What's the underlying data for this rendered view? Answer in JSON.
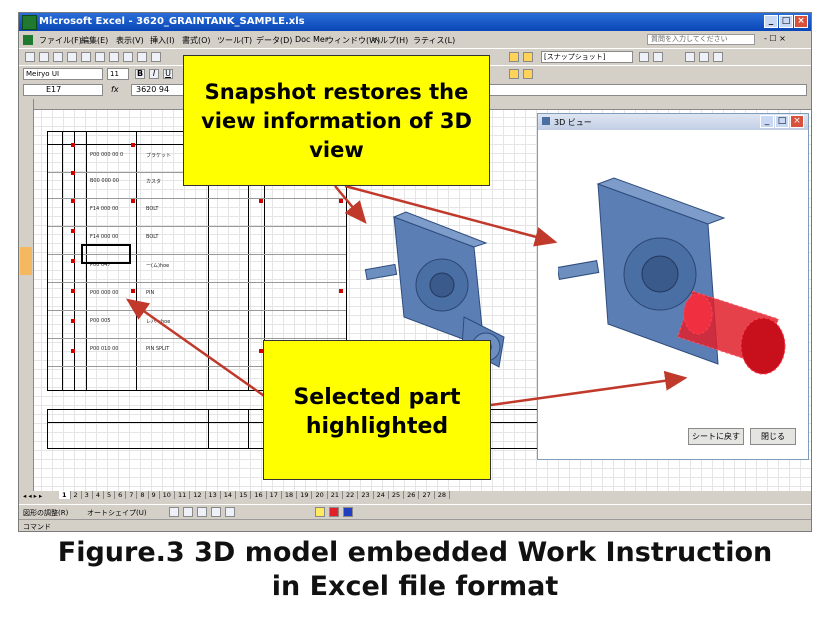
{
  "window": {
    "title": "Microsoft Excel - 3620_GRAINTANK_SAMPLE.xls",
    "help_placeholder": "質問を入力してください"
  },
  "menu": [
    "ファイル(F)",
    "編集(E)",
    "表示(V)",
    "挿入(I)",
    "書式(O)",
    "ツール(T)",
    "データ(D)",
    "Doc Mer",
    "ウィンドウ(W)",
    "ヘルプ(H)",
    "ラティス(L)"
  ],
  "toolbar": {
    "font_name": "Meiryo UI",
    "font_size": "11",
    "snapshot_select": "[スナップショット]"
  },
  "formula_bar": {
    "cell_ref": "E17",
    "fx_label": "fx",
    "value": "3620 94"
  },
  "sheet_rows": [
    {
      "code": "P00 000 00 0",
      "name": "ブラケット"
    },
    {
      "code": "B00 000 00",
      "name": "カスタ"
    },
    {
      "code": "F14 000 00",
      "name": "BOLT"
    },
    {
      "code": "F14 000 00",
      "name": "BOLT"
    },
    {
      "code": "P00 047",
      "name": "ー(ム)hoe"
    },
    {
      "code": "P00 000 00",
      "name": "PIN"
    },
    {
      "code": "P00 005",
      "name": "レバーhoe"
    },
    {
      "code": "P00 010 00",
      "name": "PIN SPLIT"
    }
  ],
  "viewer": {
    "title": "3D ビュー",
    "btn_sheet": "シートに戻す",
    "btn_close": "閉じる",
    "highlight_color": "#e0202a",
    "model_color": "#4a6fa5"
  },
  "sheet_tabs": [
    "1",
    "2",
    "3",
    "4",
    "5",
    "6",
    "7",
    "8",
    "9",
    "10",
    "11",
    "12",
    "13",
    "14",
    "15",
    "16",
    "17",
    "18",
    "19",
    "20",
    "21",
    "22",
    "23",
    "24",
    "25",
    "26",
    "27",
    "28"
  ],
  "drawing_toolbar": {
    "draw_menu": "図形の調整(R)",
    "autoshape": "オートシェイプ(U)"
  },
  "status": "コマンド",
  "callouts": {
    "top": "Snapshot restores the view information  of 3D view",
    "bottom": "Selected part highlighted"
  },
  "caption": {
    "line1": "Figure.3 3D model embedded Work Instruction",
    "line2": "in Excel file format"
  }
}
